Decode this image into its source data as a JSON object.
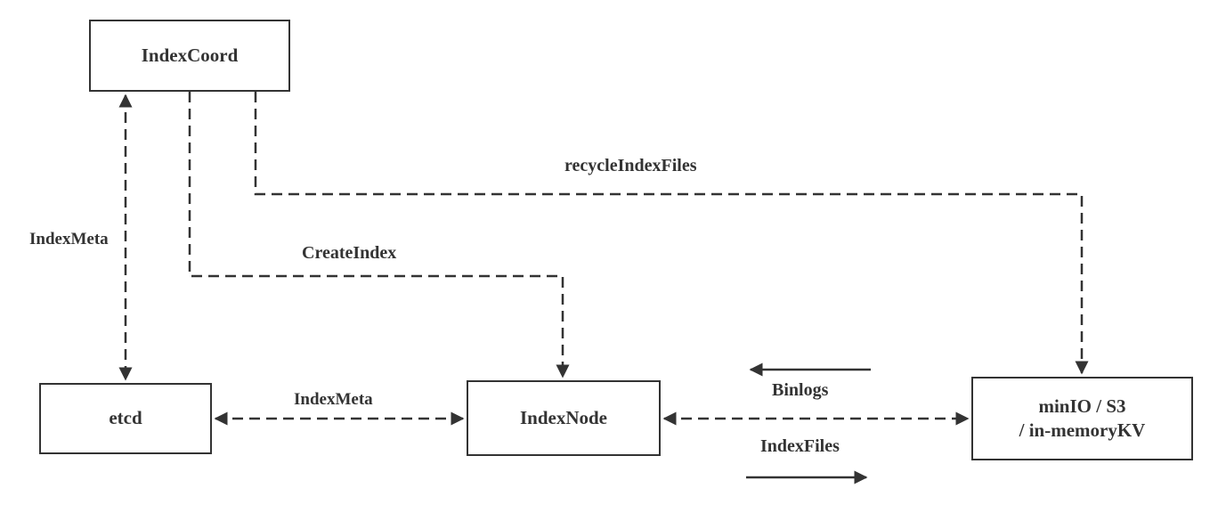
{
  "nodes": {
    "index_coord": {
      "label": "IndexCoord"
    },
    "etcd": {
      "label": "etcd"
    },
    "index_node": {
      "label": "IndexNode"
    },
    "storage": {
      "label_line1": "minIO / S3",
      "label_line2": "/ in-memoryKV"
    }
  },
  "edges": {
    "index_meta_vertical": {
      "label": "IndexMeta",
      "style": "dashed",
      "direction": "both",
      "from": "IndexCoord",
      "to": "etcd"
    },
    "create_index": {
      "label": "CreateIndex",
      "style": "dashed",
      "direction": "to",
      "from": "IndexCoord",
      "to": "IndexNode"
    },
    "recycle_index_files": {
      "label": "recycleIndexFiles",
      "style": "dashed",
      "direction": "to",
      "from": "IndexCoord",
      "to": "storage"
    },
    "index_meta_horizontal": {
      "label": "IndexMeta",
      "style": "dashed",
      "direction": "both",
      "from": "etcd",
      "to": "IndexNode"
    },
    "node_storage_link": {
      "label": "",
      "style": "dashed",
      "direction": "both",
      "from": "IndexNode",
      "to": "storage"
    },
    "binlogs": {
      "label": "Binlogs",
      "style": "solid",
      "direction": "left"
    },
    "index_files": {
      "label": "IndexFiles",
      "style": "solid",
      "direction": "right"
    }
  },
  "colors": {
    "line": "#333333",
    "text": "#333333",
    "background": "#ffffff"
  }
}
